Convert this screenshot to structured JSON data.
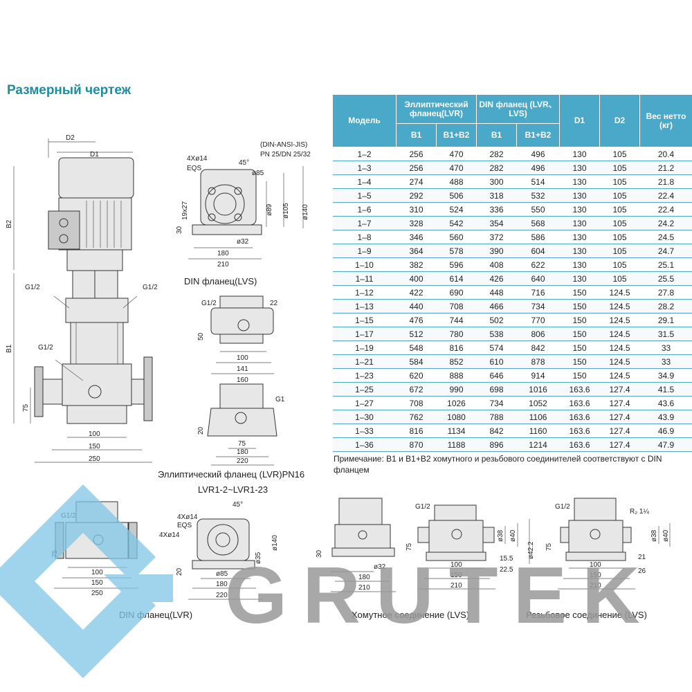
{
  "page": {
    "title": "Размерный чертеж",
    "note": "Примечание: B1 и B1+B2 хомутного и резьбового соединителей соответствуют с DIN фланцем"
  },
  "drawings": {
    "main": {
      "d2": "D2",
      "d1": "D1",
      "b2": "B2",
      "b1": "B1",
      "g_left": "G1/2",
      "g_right": "G1/2",
      "g_mid": "G1/2",
      "h75": "75",
      "w100": "100",
      "w150": "150",
      "w250": "250",
      "caption1": "Эллиптический фланец (LVR)PN16",
      "caption2": "LVR1-2~LVR1-23"
    },
    "din_lvs": {
      "std": "(DIN-ANSI-JIS)",
      "pn": "PN 25/DN 25/32",
      "holes": "4Xø14",
      "eqs": "EQS",
      "angle": "45°",
      "d85": "ø85",
      "d89": "ø89",
      "d105": "ø105",
      "d140": "ø140",
      "slot": "19x27",
      "h30": "30",
      "d32": "ø32",
      "w180": "180",
      "w210": "210",
      "caption": "DIN фланец(LVS)"
    },
    "ellip": {
      "g": "G1/2",
      "dim22": "22",
      "h50": "50",
      "w100": "100",
      "w141": "141",
      "w160": "160"
    },
    "base": {
      "g": "G1",
      "h20": "20",
      "w75": "75",
      "w180": "180",
      "w220": "220"
    },
    "din_lvr": {
      "g": "G1/2",
      "h75": "75",
      "w100": "100",
      "w150": "150",
      "w250": "250",
      "holes1": "4Xø14",
      "eqs": "EQS",
      "holes2": "4Xø14",
      "angle": "45°",
      "d140": "ø140",
      "d35": "ø35",
      "h20": "20",
      "d85": "ø85",
      "w180": "180",
      "w220": "220",
      "caption": "DIN фланец(LVR)"
    },
    "clamp": {
      "h30": "30",
      "d32": "ø32",
      "w180": "180",
      "w210": "210",
      "g": "G1/2",
      "h75": "75",
      "d38": "ø38",
      "d40": "ø40",
      "d42": "ø42.2",
      "d155": "15.5",
      "d225": "22.5",
      "w100": "100",
      "w150": "150",
      "w210b": "210",
      "caption": "Хомутное соединение (LVS)"
    },
    "thread": {
      "g": "G1/2",
      "r": "R₂ 1¼",
      "h75": "75",
      "d38": "ø38",
      "d40": "ø40",
      "d21": "21",
      "d26": "26",
      "w100": "100",
      "w150": "150",
      "w210": "210",
      "caption": "Резьбовое соединение (LVS)"
    }
  },
  "table": {
    "headers": {
      "model": "Модель",
      "ellip": "Эллиптический фланец(LVR)",
      "din": "DIN фланец (LVR、LVS)",
      "b1": "B1",
      "b1b2": "B1+B2",
      "b1_2": "B1",
      "b1b2_2": "B1+B2",
      "d1": "D1",
      "d2": "D2",
      "weight": "Вес нетто (кг)"
    },
    "rows": [
      [
        "1–2",
        "256",
        "470",
        "282",
        "496",
        "130",
        "105",
        "20.4"
      ],
      [
        "1–3",
        "256",
        "470",
        "282",
        "496",
        "130",
        "105",
        "21.2"
      ],
      [
        "1–4",
        "274",
        "488",
        "300",
        "514",
        "130",
        "105",
        "21.8"
      ],
      [
        "1–5",
        "292",
        "506",
        "318",
        "532",
        "130",
        "105",
        "22.4"
      ],
      [
        "1–6",
        "310",
        "524",
        "336",
        "550",
        "130",
        "105",
        "22.4"
      ],
      [
        "1–7",
        "328",
        "542",
        "354",
        "568",
        "130",
        "105",
        "24.2"
      ],
      [
        "1–8",
        "346",
        "560",
        "372",
        "586",
        "130",
        "105",
        "24.5"
      ],
      [
        "1–9",
        "364",
        "578",
        "390",
        "604",
        "130",
        "105",
        "24.7"
      ],
      [
        "1–10",
        "382",
        "596",
        "408",
        "622",
        "130",
        "105",
        "25.1"
      ],
      [
        "1–11",
        "400",
        "614",
        "426",
        "640",
        "130",
        "105",
        "25.5"
      ],
      [
        "1–12",
        "422",
        "690",
        "448",
        "716",
        "150",
        "124.5",
        "27.8"
      ],
      [
        "1–13",
        "440",
        "708",
        "466",
        "734",
        "150",
        "124.5",
        "28.2"
      ],
      [
        "1–15",
        "476",
        "744",
        "502",
        "770",
        "150",
        "124.5",
        "29.1"
      ],
      [
        "1–17",
        "512",
        "780",
        "538",
        "806",
        "150",
        "124.5",
        "31.5"
      ],
      [
        "1–19",
        "548",
        "816",
        "574",
        "842",
        "150",
        "124.5",
        "33"
      ],
      [
        "1–21",
        "584",
        "852",
        "610",
        "878",
        "150",
        "124.5",
        "33"
      ],
      [
        "1–23",
        "620",
        "888",
        "646",
        "914",
        "150",
        "124.5",
        "34.9"
      ],
      [
        "1–25",
        "672",
        "990",
        "698",
        "1016",
        "163.6",
        "127.4",
        "41.5"
      ],
      [
        "1–27",
        "708",
        "1026",
        "734",
        "1052",
        "163.6",
        "127.4",
        "43.6"
      ],
      [
        "1–30",
        "762",
        "1080",
        "788",
        "1106",
        "163.6",
        "127.4",
        "43.9"
      ],
      [
        "1–33",
        "816",
        "1134",
        "842",
        "1160",
        "163.6",
        "127.4",
        "46.9"
      ],
      [
        "1–36",
        "870",
        "1188",
        "896",
        "1214",
        "163.6",
        "127.4",
        "47.9"
      ]
    ]
  },
  "watermark": {
    "text": "GRUTEK",
    "colors": {
      "icon": "#7fc6e6",
      "text": "#9a9a9a"
    }
  },
  "colors": {
    "title": "#1b8fa2",
    "header": "#4aa8c9"
  }
}
